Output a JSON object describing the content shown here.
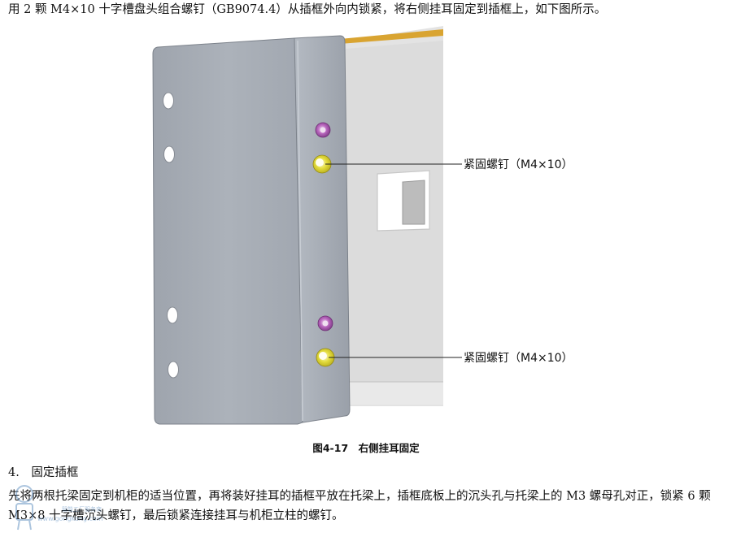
{
  "intro": "用 2 颗 M4×10 十字槽盘头组合螺钉（GB9074.4）从插框外向内锁紧，将右侧挂耳固定到插框上，如下图所示。",
  "figure": {
    "callout_top": "紧固螺钉（M4×10）",
    "callout_bottom": "紧固螺钉（M4×10）",
    "caption": "图4-17　右侧挂耳固定"
  },
  "section": {
    "heading": "4.　固定插框",
    "paragraph": "先将两根托梁固定到机柜的适当位置，再将装好挂耳的插框平放在托梁上，插框底板上的沉头孔与托梁上的 M3 螺母孔对正，锁紧 6 颗 M3×8 十字槽沉头螺钉，最后锁紧连接挂耳与机柜立柱的螺钉。"
  },
  "watermark": {
    "text": "www.gongkong.com",
    "sub": "智能工厂服务商"
  },
  "colors": {
    "panel": "#a6acb5",
    "frame_edge": "#d9a431",
    "screw_yellow": "#e6df3a",
    "screw_purple": "#b25fb6"
  }
}
